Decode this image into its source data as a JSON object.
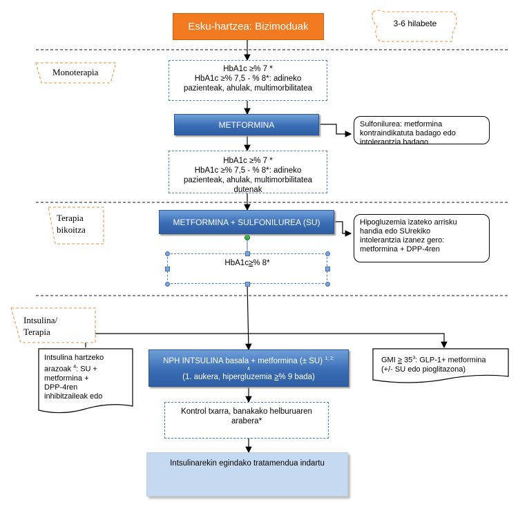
{
  "header": {
    "title": "Esku-hartzea: Bizimoduak",
    "period": "3-6 hilabete"
  },
  "sections": {
    "mono": "Monoterapia",
    "dual_l1": "Terapia",
    "dual_l2": "bikoitza",
    "insulin_l1": "Intsulina/",
    "insulin_l2": "Terapia"
  },
  "mono": {
    "criteria_1_l1": "HbA1c  ≥% 7 *",
    "criteria_1_l2": "HbA1c  ≥% 7,5 - % 8*: adineko",
    "criteria_1_l3": "pazienteak, ahulak, multimorbilitatea",
    "drug": "METFORMINA",
    "criteria_2_l1": "HbA1c  ≥% 7 *",
    "criteria_2_l2": "HbA1c  ≥% 7,5 - % 8*: adineko",
    "criteria_2_l3": "pazienteak, ahulak, multimorbilitatea",
    "criteria_2_l4": "dutenak",
    "note_l1": "Sulfonilurea: metformina",
    "note_l2": "kontraindikatuta badago edo",
    "note_l3": "intolerantzia badago"
  },
  "dual": {
    "drug": "METFORMINA + SULFONILUREA (SU)",
    "criteria_pre": "HbA1c",
    "criteria_ge": "≥",
    "criteria_post": "% 8*",
    "note_l1": "Hipogluzemia izateko arrisku",
    "note_l2": "handia edo SUrekiko",
    "note_l3": "intolerantzia izanez gero:",
    "note_l4": "metformina + DPP-4ren"
  },
  "insulin": {
    "left_l1": "Intsulina hartzeko",
    "left_l2": "arazoak",
    "left_sup": "4",
    "left_l2b": ": SU +",
    "left_l3": "metformina +",
    "left_l4": "DPP-4ren",
    "left_l5": "inhibitzaileak edo",
    "main_l1": "NPH INTSULINA basala + metformina (± SU)",
    "main_sup1": "1; 2;",
    "main_sup2": "4",
    "main_l2_pre": "(1. aukera, hipergluzemia ",
    "main_l2_ge": "≥",
    "main_l2_post": "% 9 bada)",
    "right_pre": "GMI ",
    "right_ge": "≥",
    "right_num": " 35",
    "right_sup": "3",
    "right_post": ": GLP-1+ metformina",
    "right_l2": "(+/- SU edo pioglitazona)",
    "control_l1": "Kontrol txarra, banakako helburuaren",
    "control_l2": "arabera*",
    "final": "Intsulinarekin egindako tratamendua indartu"
  },
  "colors": {
    "orange": "#f27a21",
    "blue": "#3a6db5",
    "dash_orange": "#f7a35c",
    "dash_blue": "#4f81bd",
    "final_fill": "#c5d9f1"
  }
}
